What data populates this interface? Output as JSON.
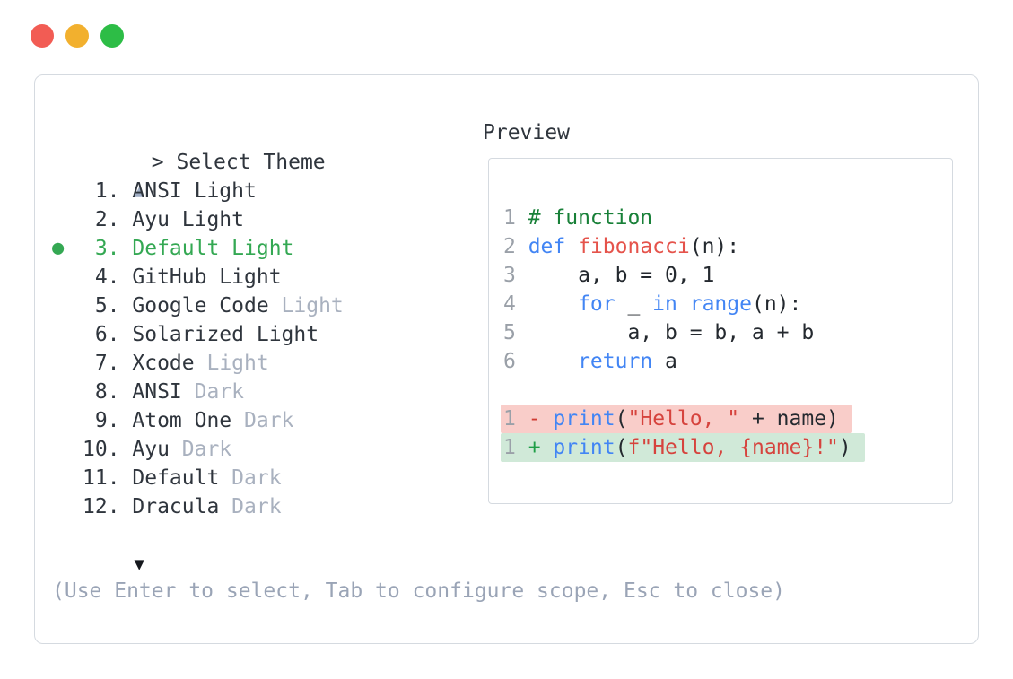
{
  "window_controls": {
    "buttons": [
      {
        "name": "close",
        "color": "#f25c54"
      },
      {
        "name": "minimize",
        "color": "#f2b02e"
      },
      {
        "name": "maximize",
        "color": "#2dbd46"
      }
    ]
  },
  "prompt": {
    "caret": ">",
    "label": "Select Theme"
  },
  "scroll": {
    "up_icon": "▲",
    "down_icon": "▼"
  },
  "theme_list": {
    "selected_marker": "●",
    "items": [
      {
        "number": "1.",
        "name": "ANSI Light",
        "dim": "",
        "selected": false
      },
      {
        "number": "2.",
        "name": "Ayu Light",
        "dim": "",
        "selected": false
      },
      {
        "number": "3.",
        "name": "Default Light",
        "dim": "",
        "selected": true
      },
      {
        "number": "4.",
        "name": "GitHub Light",
        "dim": "",
        "selected": false
      },
      {
        "number": "5.",
        "name": "Google Code",
        "dim": "Light",
        "selected": false
      },
      {
        "number": "6.",
        "name": "Solarized Light",
        "dim": "",
        "selected": false
      },
      {
        "number": "7.",
        "name": "Xcode",
        "dim": "Light",
        "selected": false
      },
      {
        "number": "8.",
        "name": "ANSI",
        "dim": "Dark",
        "selected": false
      },
      {
        "number": "9.",
        "name": "Atom One",
        "dim": "Dark",
        "selected": false
      },
      {
        "number": "10.",
        "name": "Ayu",
        "dim": "Dark",
        "selected": false
      },
      {
        "number": "11.",
        "name": "Default",
        "dim": "Dark",
        "selected": false
      },
      {
        "number": "12.",
        "name": "Dracula",
        "dim": "Dark",
        "selected": false
      }
    ]
  },
  "preview": {
    "title": "Preview",
    "code_lines": [
      {
        "ln": "1",
        "tokens": [
          [
            "# function",
            "comment"
          ]
        ]
      },
      {
        "ln": "2",
        "tokens": [
          [
            "def",
            "keyword"
          ],
          [
            " ",
            "plain"
          ],
          [
            "fibonacci",
            "function"
          ],
          [
            "(n):",
            "plain"
          ]
        ]
      },
      {
        "ln": "3",
        "tokens": [
          [
            "    a, b = 0, 1",
            "plain"
          ]
        ]
      },
      {
        "ln": "4",
        "tokens": [
          [
            "    ",
            "plain"
          ],
          [
            "for",
            "keyword"
          ],
          [
            " _ ",
            "plain"
          ],
          [
            "in",
            "keyword"
          ],
          [
            " ",
            "plain"
          ],
          [
            "range",
            "keyword"
          ],
          [
            "(n):",
            "plain"
          ]
        ]
      },
      {
        "ln": "5",
        "tokens": [
          [
            "        a, b = b, a + b",
            "plain"
          ]
        ]
      },
      {
        "ln": "6",
        "tokens": [
          [
            "    ",
            "plain"
          ],
          [
            "return",
            "keyword"
          ],
          [
            " a",
            "plain"
          ]
        ]
      },
      {
        "ln": "",
        "tokens": []
      },
      {
        "ln": "1",
        "diff": "removed",
        "tokens": [
          [
            "- ",
            "minus"
          ],
          [
            "print",
            "keyword"
          ],
          [
            "(",
            "plain"
          ],
          [
            "\"Hello, \"",
            "string"
          ],
          [
            " + name)",
            "plain"
          ]
        ]
      },
      {
        "ln": "1",
        "diff": "added",
        "tokens": [
          [
            "+ ",
            "plus"
          ],
          [
            "print",
            "keyword"
          ],
          [
            "(",
            "plain"
          ],
          [
            "f\"Hello, {name}!\"",
            "string"
          ],
          [
            ")",
            "plain"
          ]
        ]
      }
    ]
  },
  "footer": {
    "hint": "(Use Enter to select, Tab to configure scope, Esc to close)"
  },
  "colors": {
    "accent_green": "#34a853",
    "dim_text": "#a9b1bf",
    "hint_text": "#9aa4b6",
    "text_dark": "#2f353d",
    "border": "#d5dae0",
    "scroll_up": "#9fadc4",
    "scroll_down": "#15181d",
    "line_number": "#9aa0a8",
    "code_plain": "#24292f",
    "code_keyword": "#4285f4",
    "code_function": "#e5534b",
    "code_string": "#d6433d",
    "code_comment": "#188038",
    "diff_removed_bg": "#f9cdc9",
    "diff_added_bg": "#d0e9d8",
    "diff_minus": "#d03b33",
    "diff_plus": "#1e9e47"
  }
}
